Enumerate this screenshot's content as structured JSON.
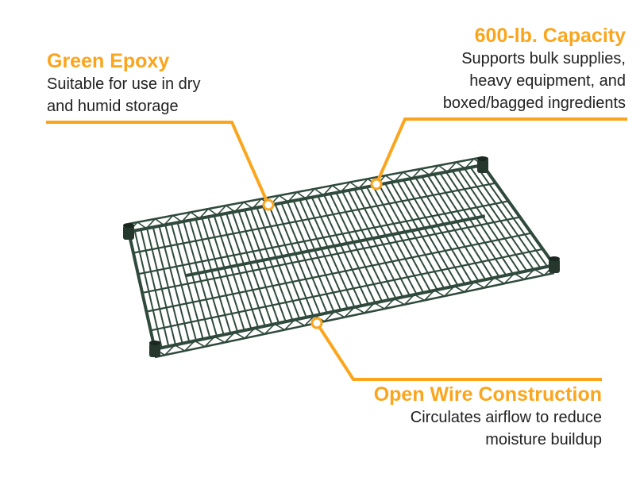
{
  "colors": {
    "accent": "#FBA51C",
    "wire": "#2f4a3c",
    "text": "#222222"
  },
  "callouts": {
    "green_epoxy": {
      "title": "Green Epoxy",
      "lines": [
        "Suitable for use in dry",
        "and humid storage"
      ]
    },
    "capacity": {
      "title": "600-lb. Capacity",
      "lines": [
        "Supports bulk supplies,",
        "heavy equipment, and",
        "boxed/bagged ingredients"
      ]
    },
    "open_wire": {
      "title": "Open Wire Construction",
      "lines": [
        "Circulates airflow to reduce",
        "moisture buildup"
      ]
    }
  }
}
